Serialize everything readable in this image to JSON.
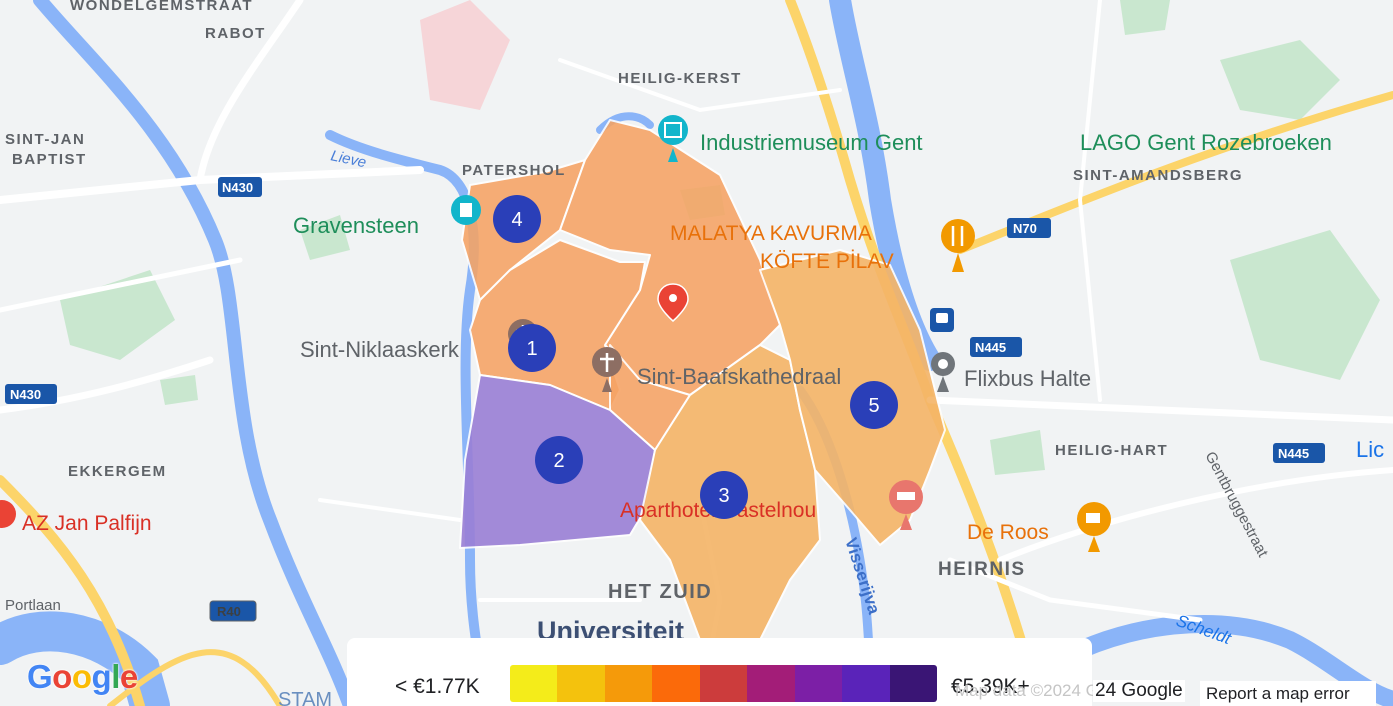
{
  "districts": [
    "WONDELGEMSTRAAT",
    "RABOT",
    "HEILIG-KERST",
    "SINT-JAN",
    "BAPTIST",
    "PATERSHOL",
    "SINT-AMANDSBERG",
    "EKKERGEM",
    "HEILIG-HART",
    "HEIRNIS",
    "HET ZUID"
  ],
  "pois": {
    "industriemuseum": "Industriemuseum Gent",
    "lago": "LAGO Gent Rozebroeken",
    "gravensteen": "Gravensteen",
    "malatya_1": "MALATYA KAVURMA",
    "malatya_2": "KÖFTE PİLAV",
    "sint_niklaas": "Sint-Niklaaskerk",
    "sint_baafs": "Sint-Baafskathedraal",
    "flixbus": "Flixbus Halte",
    "apartment": "Aparthotel Castelnou",
    "de_roos": "De Roos",
    "az_jan": "AZ Jan Palfijn",
    "universiteit": "Universiteit",
    "li": "Lic",
    "stam": "STAM"
  },
  "streets": {
    "lieve": "Lieve",
    "portlaan": "Portlaan",
    "visserij": "Visserijva",
    "gentbrugge": "Gentbruggestraat",
    "scheldt": "Scheldt"
  },
  "road_badges": [
    "N430",
    "N430",
    "N70",
    "N445",
    "N445",
    "R40"
  ],
  "markers": [
    "1",
    "2",
    "3",
    "4",
    "5"
  ],
  "legend": {
    "min_label": "< €1.77K",
    "max_label": "€5.39K+",
    "colors": [
      "#f4ec1a",
      "#f4c20d",
      "#f59a0a",
      "#fb6a0a",
      "#cc3c3c",
      "#a31d78",
      "#7c1fa6",
      "#5a23b9",
      "#3a1575"
    ]
  },
  "attribution": {
    "map_data": "Map data ©2024 Google",
    "google": "24 Google",
    "report": "Report a map error"
  },
  "colors": {
    "zone_orange": "#f6a364",
    "zone_light_orange": "#f5b467",
    "zone_purple": "#9a7fd6",
    "marker_blue": "#2a3fb8",
    "water": "#8ab4f8",
    "highway": "#fcd46a"
  }
}
